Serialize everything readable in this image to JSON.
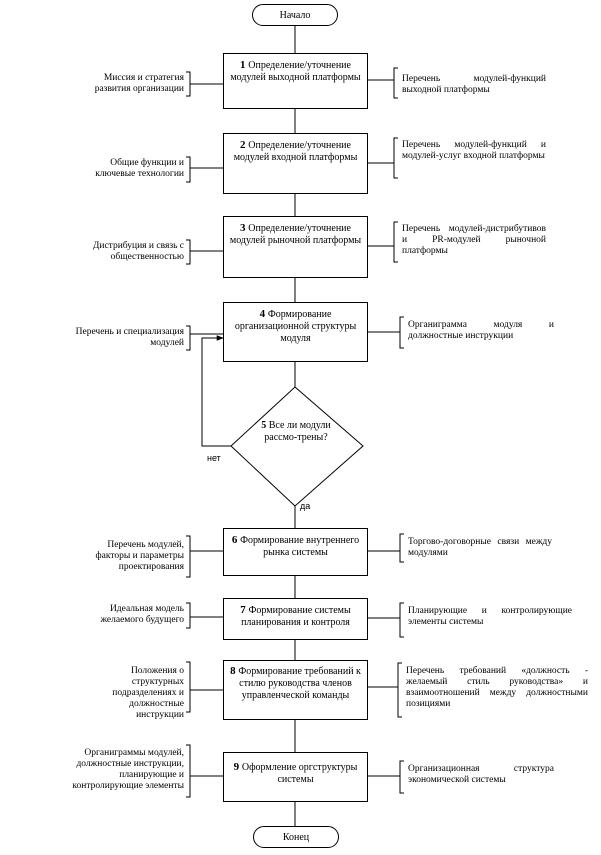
{
  "start_label": "Начало",
  "end_label": "Конец",
  "steps": [
    {
      "num": "1",
      "text": "Определение/уточнение модулей выходной платформы",
      "left": "Миссия и стратегия развития организации",
      "right": "Перечень модулей-функций выходной платформы"
    },
    {
      "num": "2",
      "text": "Определение/уточнение модулей входной платформы",
      "left": "Общие функции и ключевые технологии",
      "right": "Перечень модулей-функций и модулей-услуг входной платформы"
    },
    {
      "num": "3",
      "text": "Определение/уточнение модулей рыночной платформы",
      "left": "Дистрибуция и связь с общественностью",
      "right": "Перечень модулей-дистрибутивов и PR-модулей рыночной платформы"
    },
    {
      "num": "4",
      "text": "Формирование организационной структуры модуля",
      "left": "Перечень и специализация модулей",
      "right": "Органиграмма модуля и должностные инструкции"
    },
    {
      "num": "6",
      "text": "Формирование внутреннего рынка системы",
      "left": "Перечень модулей, факторы и параметры проектирования",
      "right": "Торгово-договорные связи между модулями"
    },
    {
      "num": "7",
      "text": "Формирование системы планирования и контроля",
      "left": "Идеальная модель желаемого будущего",
      "right": "Планирующие и контролирующие элементы системы"
    },
    {
      "num": "8",
      "text": "Формирование требований к стилю руководства членов управленческой команды",
      "left": "Положения о структурных подразделениях и должностные инструкции",
      "right": "Перечень требований «должность - желаемый стиль руководства» и взаимоотношений между должностными позициями"
    },
    {
      "num": "9",
      "text": "Оформление оргструктуры системы",
      "left": "Органиграммы модулей, должностные инструкции, планирующие и контролирующие элементы",
      "right": "Организационная структура экономической системы"
    }
  ],
  "decision": {
    "num": "5",
    "text": "Все ли модули рассмо-трены?",
    "no_label": "нет",
    "yes_label": "да"
  }
}
